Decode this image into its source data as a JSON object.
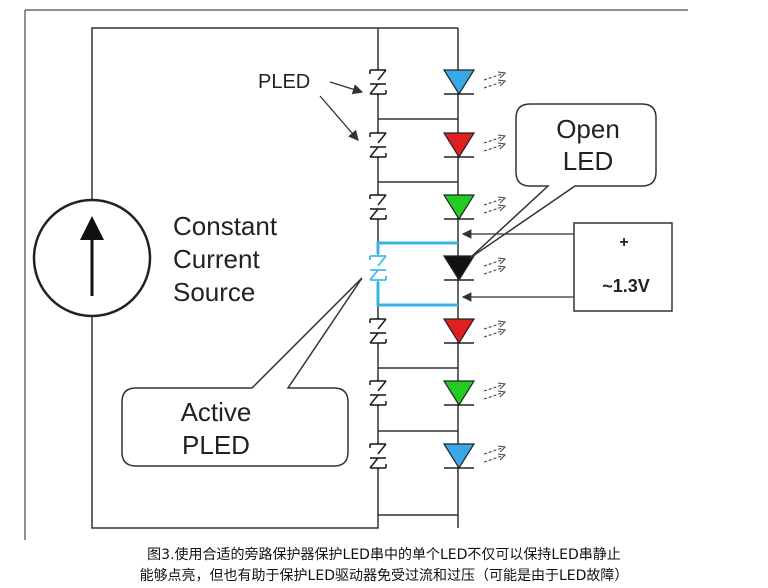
{
  "diagram": {
    "source_label": [
      "Constant",
      "Current",
      "Source"
    ],
    "pled_label": "PLED",
    "open_label": [
      "Open",
      "LED"
    ],
    "active_label": [
      "Active",
      "PLED"
    ],
    "volt_plus": "+",
    "volt_value": "~1.3V",
    "colors": {
      "wire": "#333333",
      "active_path": "#35b5e5",
      "led_blue": "#3aa8e8",
      "led_red": "#e02020",
      "led_green": "#22cc22",
      "led_open": "#111111"
    },
    "leds": [
      "blue",
      "red",
      "green",
      "open",
      "red",
      "green",
      "blue"
    ]
  },
  "caption": {
    "line1": "图3.使用合适的旁路保护器保护LED串中的单个LED不仅可以保持LED串静止",
    "line2": "能够点亮，但也有助于保护LED驱动器免受过流和过压（可能是由于LED故障）"
  }
}
